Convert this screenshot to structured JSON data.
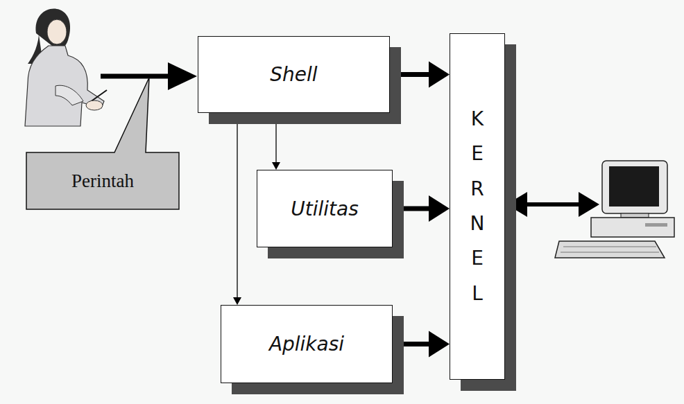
{
  "diagram": {
    "nodes": [
      {
        "text": [
          "Shell"
        ]
      },
      {
        "text": [
          "Perintah"
        ]
      },
      {
        "text": [
          "Utilitas"
        ]
      },
      {
        "text": [
          "Aplikasi"
        ]
      },
      {
        "text": [
          "KERNEL"
        ]
      }
    ],
    "edges": [
      {
        "from": 0,
        "to": 4,
        "arrow": "to"
      },
      {
        "from": 0,
        "to": 2,
        "arrow": "to"
      },
      {
        "from": 0,
        "to": 3,
        "arrow": "to"
      },
      {
        "from": 2,
        "to": 4,
        "arrow": "to"
      },
      {
        "from": 3,
        "to": 4,
        "arrow": "to"
      }
    ]
  }
}
